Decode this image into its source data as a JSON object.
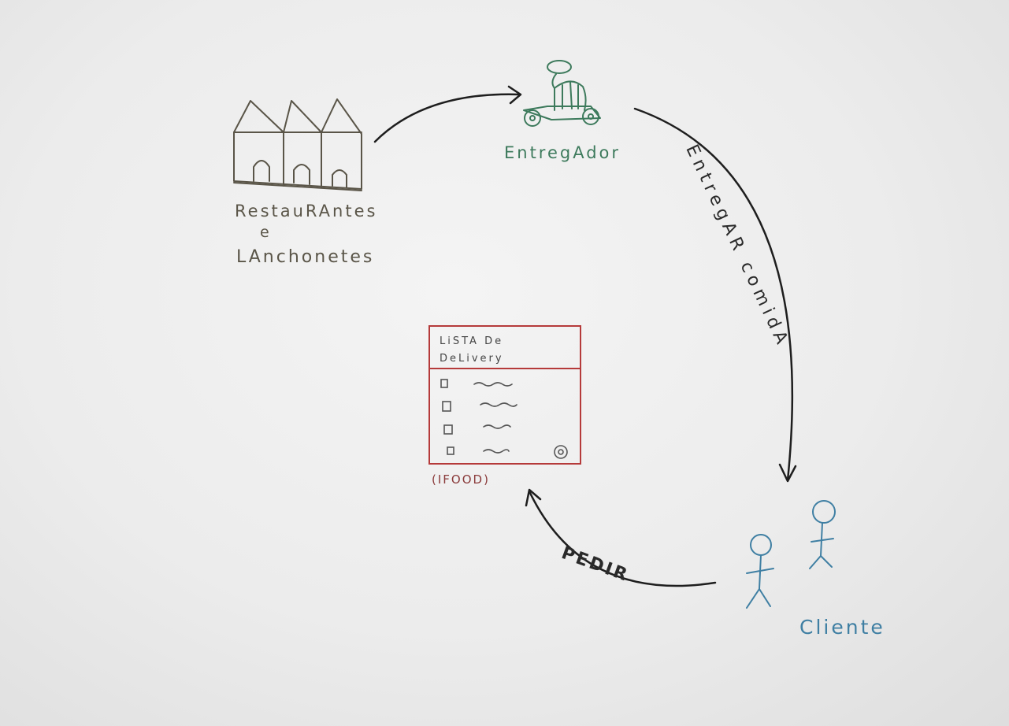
{
  "restaurants": {
    "label_line1": "RestauRAntes",
    "label_line2": "e",
    "label_line3": "LAnchonetes"
  },
  "courier": {
    "label": "EntregAdor"
  },
  "client": {
    "label": "Cliente"
  },
  "delivery_list": {
    "title_line1": "LiSTA De",
    "title_line2": "DeLivery",
    "caption": "(IFOOD)"
  },
  "arrows": {
    "deliver_label": "EntregAR comidA",
    "order_label": "PEDIR"
  },
  "colors": {
    "restaurants": "#5a5548",
    "courier": "#3d7a5c",
    "client": "#3f7fa3",
    "list": "#b53a3a",
    "arrows": "#1e1e1e"
  }
}
